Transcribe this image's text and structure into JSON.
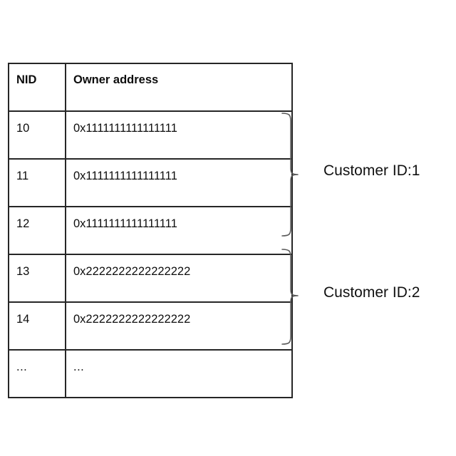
{
  "diagram": {
    "title": "NID to Owner address mapping table with customer groupings",
    "colors": {
      "line": "#262626",
      "text": "#0d0d0d",
      "brace": "#595959",
      "background": "#ffffff"
    }
  },
  "table": {
    "columns": [
      {
        "key": "nid",
        "label": "NID"
      },
      {
        "key": "owner_address",
        "label": "Owner address"
      }
    ],
    "rows": [
      {
        "nid": "10",
        "owner_address": "0x1111111111111111"
      },
      {
        "nid": "11",
        "owner_address": "0x1111111111111111"
      },
      {
        "nid": "12",
        "owner_address": "0x1111111111111111"
      },
      {
        "nid": "13",
        "owner_address": "0x2222222222222222"
      },
      {
        "nid": "14",
        "owner_address": "0x2222222222222222"
      },
      {
        "nid": "...",
        "owner_address": "..."
      }
    ]
  },
  "groups": [
    {
      "label": "Customer ID:1",
      "rows": [
        "10",
        "11",
        "12"
      ],
      "brace": "curly-brace-right"
    },
    {
      "label": "Customer ID:2",
      "rows": [
        "13",
        "14"
      ],
      "brace": "curly-brace-right"
    }
  ]
}
